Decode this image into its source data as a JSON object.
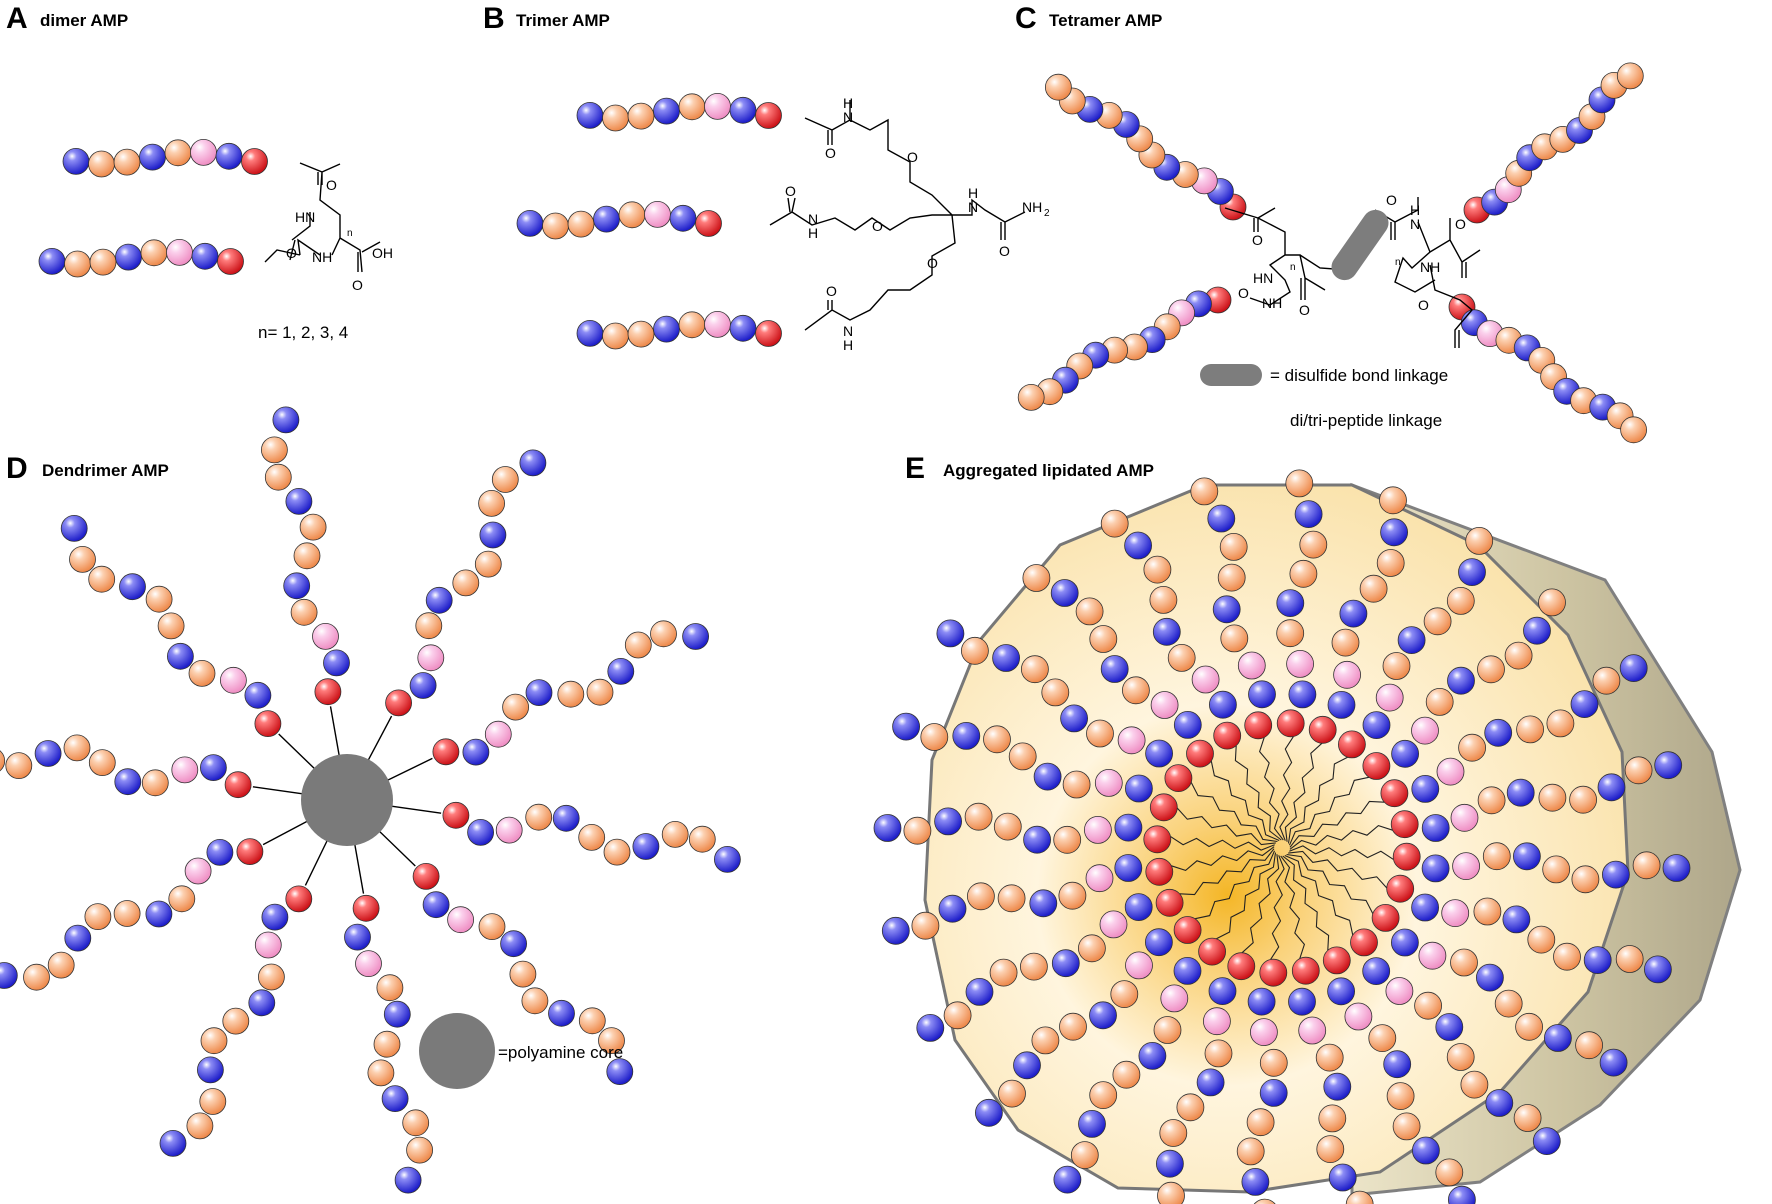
{
  "panels": {
    "A": {
      "letter": "A",
      "title": "dimer AMP",
      "n_values": "n= 1, 2, 3, 4"
    },
    "B": {
      "letter": "B",
      "title": "Trimer AMP"
    },
    "C": {
      "letter": "C",
      "title": "Tetramer AMP",
      "legend_disulfide": "= disulfide bond linkage",
      "legend_peptide": "di/tri-peptide linkage"
    },
    "D": {
      "letter": "D",
      "title": "Dendrimer AMP",
      "legend_core": "=polyamine core"
    },
    "E": {
      "letter": "E",
      "title": "Aggregated lipidated AMP"
    }
  },
  "chem_labels": {
    "o": "O",
    "nh": "NH",
    "hn": "HN",
    "n_sub": "n",
    "oh": "OH",
    "h": "H",
    "n": "N",
    "nh2": "NH",
    "two": "2"
  },
  "colors": {
    "blue": "#2a2ad8",
    "orange": "#f29a62",
    "pink": "#f5a0cf",
    "red": "#e01c24",
    "core": "#7a7a7a",
    "disulfide": "#7d7d7d",
    "micelle_face": "#fbe7b4",
    "micelle_side": "#cfc6a6",
    "micelle_center": "#f3b82a"
  },
  "peptide_sequence": [
    "blue",
    "orange",
    "orange",
    "blue",
    "orange",
    "pink",
    "blue",
    "red"
  ]
}
